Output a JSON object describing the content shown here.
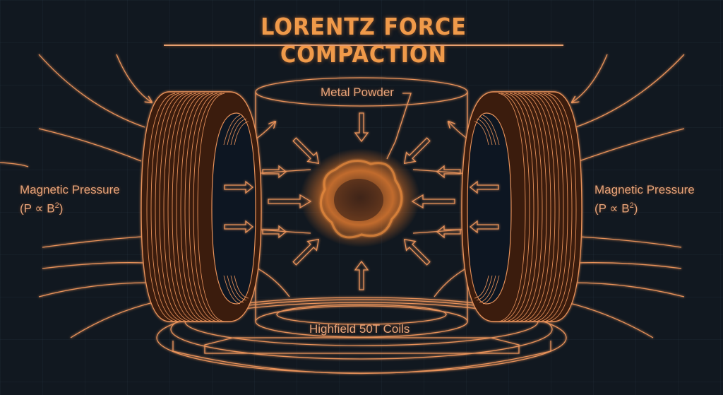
{
  "title": "LORENTZ FORCE COMPACTION",
  "labels": {
    "left_pressure_line1": "Magnetic Pressure",
    "left_pressure_line2": "(P ∝ B",
    "right_pressure_line1": "Magnetic Pressure",
    "right_pressure_line2": "(P ∝ B",
    "exponent": "2",
    "close_paren": ")",
    "metal_powder": "Metal Powder",
    "coils": "Highfield 50T Coils"
  },
  "icons": {
    "coil_left": "solenoid-coil",
    "coil_right": "solenoid-coil",
    "chamber": "cylinder-chamber",
    "powder": "powder-cloud",
    "arrows": "inward-force-arrows",
    "base": "coil-platform"
  },
  "colors": {
    "background": "#111820",
    "accent": "#f09a4a",
    "line": "#e8925a",
    "coil_fill": "#3a1c10"
  }
}
